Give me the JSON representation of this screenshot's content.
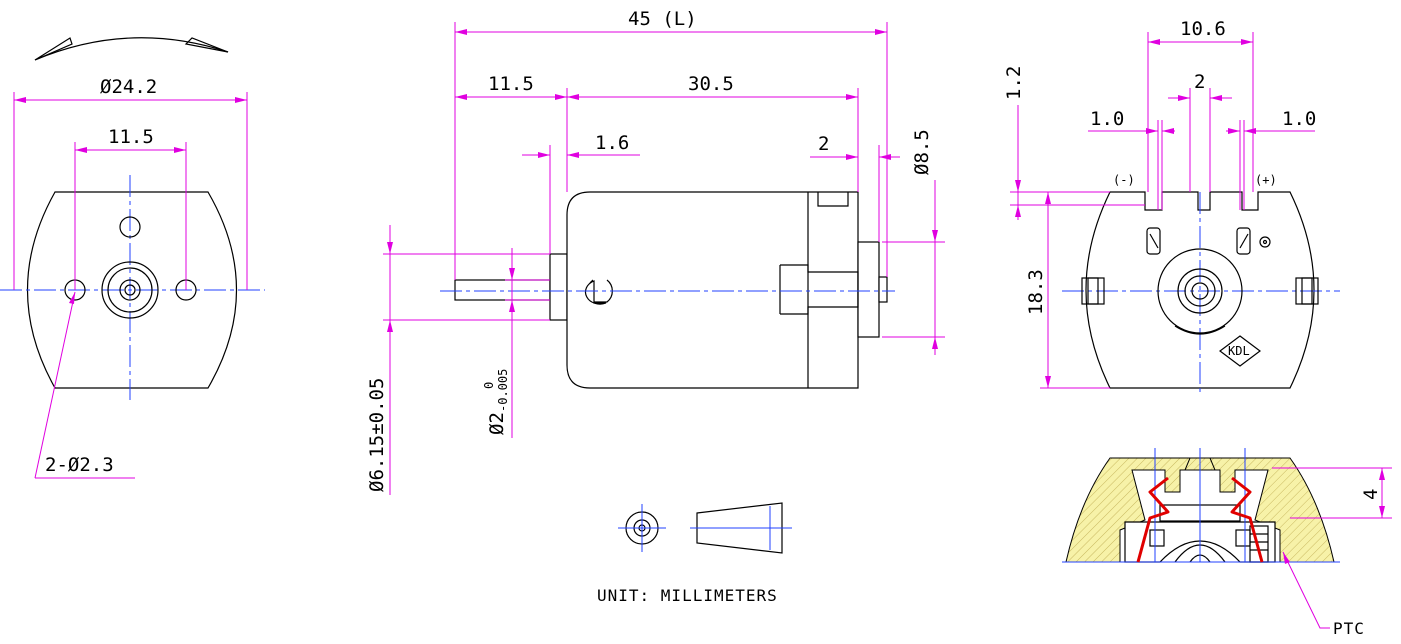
{
  "labels": {
    "front_diameter": "Ø24.2",
    "front_hole_spacing": "11.5",
    "front_holes": "2-Ø2.3",
    "length_total": "45 (L)",
    "length_shaft": "11.5",
    "length_body": "30.5",
    "length_boss": "1.6",
    "length_end": "2",
    "diameter_bush": "Ø8.5",
    "diameter_shaft_main": "Ø2",
    "diameter_shaft_upper": "0",
    "diameter_shaft_lower": "-0.005",
    "diameter_boss": "Ø6.15±0.05",
    "rear_terminal_spacing": "10.6",
    "rear_offset": "1.2",
    "rear_center_gap": "2",
    "rear_left_width": "1.0",
    "rear_right_width": "1.0",
    "rear_height": "18.3",
    "polarity_negative": "(-)",
    "polarity_positive": "(+)",
    "brand": "KDL",
    "section_depth": "4",
    "ptc": "PTC",
    "unit": "UNIT: MILLIMETERS"
  },
  "colors": {
    "outline": "#000000",
    "dimension": "#e000e0",
    "centerline": "#2040ff",
    "terminal": "#e00000",
    "section_fill": "#f7f2a8"
  }
}
